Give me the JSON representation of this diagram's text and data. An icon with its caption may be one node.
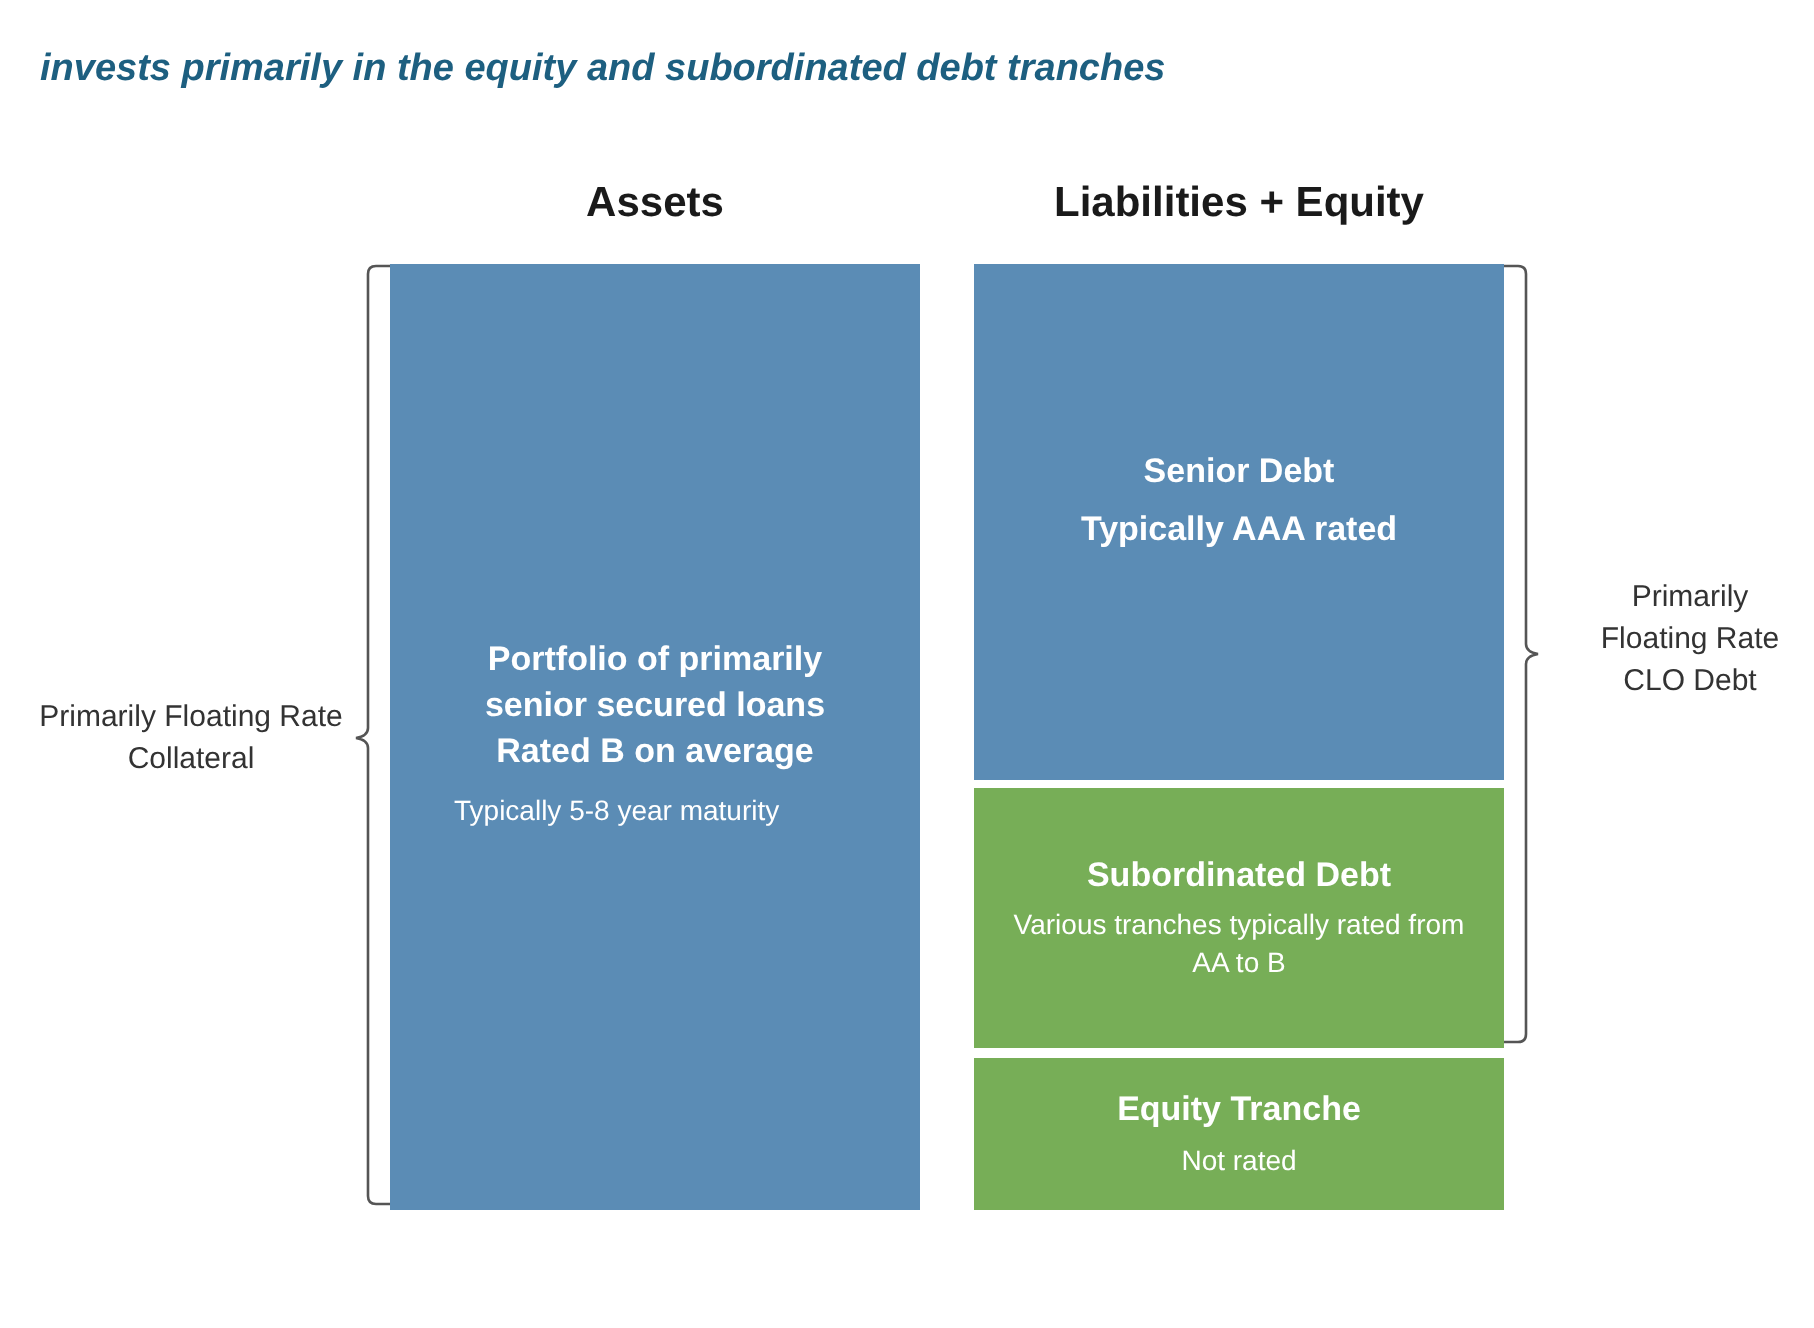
{
  "diagram": {
    "title": "invests primarily in the equity and subordinated debt tranches",
    "nodes": [
      {
        "text": [
          "Portfolio of primarily senior secured loans Rated B on average",
          "Typically 5-8 year maturity"
        ]
      },
      {
        "text": [
          "Senior Debt",
          "Typically AAA rated"
        ]
      },
      {
        "text": [
          "Subordinated Debt",
          "Various tranches typically rated from AA to B"
        ]
      },
      {
        "text": [
          "Equity Tranche",
          "Not rated"
        ]
      }
    ],
    "labels": [
      "Assets",
      "Liabilities + Equity",
      "Primarily Floating Rate Collateral",
      "Primarily Floating Rate CLO Debt"
    ]
  }
}
